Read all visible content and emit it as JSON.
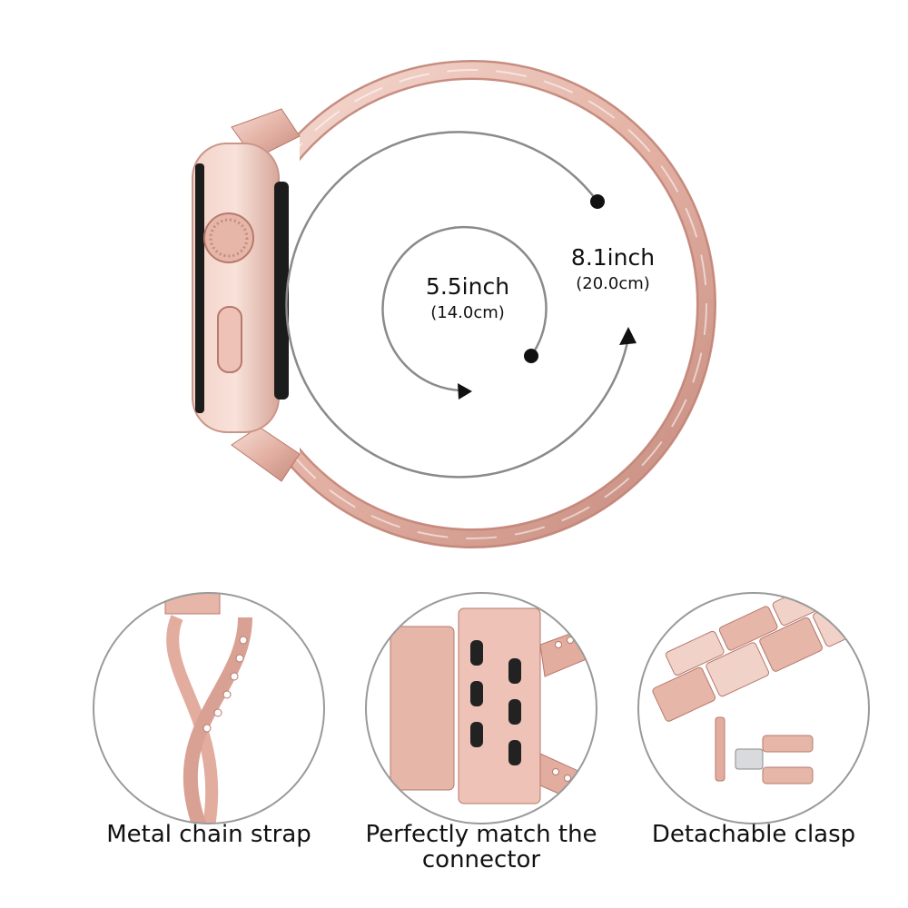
{
  "measurements": {
    "inner": {
      "inch": "5.5inch",
      "cm": "(14.0cm)"
    },
    "outer": {
      "inch": "8.1inch",
      "cm": "(20.0cm)"
    }
  },
  "features": [
    {
      "caption": "Metal chain strap"
    },
    {
      "caption": "Perfectly match the connector"
    },
    {
      "caption": "Detachable clasp"
    }
  ],
  "colors": {
    "rose_gold": "#e8b9ad",
    "rose_gold_dark": "#c98f82",
    "rose_gold_light": "#f6dcd4",
    "arc": "#8a8a8a",
    "text": "#111111"
  }
}
